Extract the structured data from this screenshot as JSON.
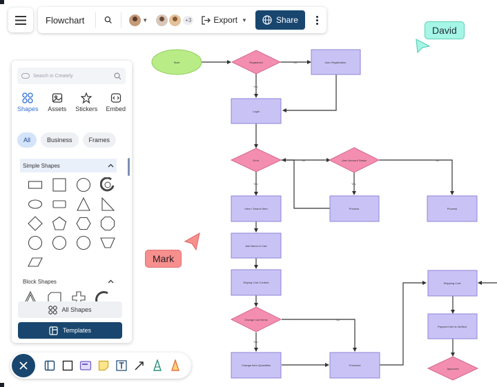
{
  "toolbar": {
    "title": "Flowchart",
    "collaborator_overflow": "+3",
    "export_label": "Export",
    "share_label": "Share"
  },
  "sidebar": {
    "search_placeholder": "Search in Creately",
    "tabs": [
      {
        "label": "Shapes",
        "icon": "shapes-grid-icon",
        "active": true
      },
      {
        "label": "Assets",
        "icon": "image-icon",
        "active": false
      },
      {
        "label": "Stickers",
        "icon": "star-icon",
        "active": false
      },
      {
        "label": "Embed",
        "icon": "embed-code-icon",
        "active": false
      }
    ],
    "filters": [
      {
        "label": "All",
        "active": true
      },
      {
        "label": "Business",
        "active": false
      },
      {
        "label": "Frames",
        "active": false
      }
    ],
    "sections": [
      {
        "title": "Simple Shapes",
        "expanded": true
      },
      {
        "title": "Block Shapes",
        "expanded": true
      }
    ],
    "all_shapes_label": "All Shapes",
    "templates_label": "Templates"
  },
  "cursors": [
    {
      "name": "David",
      "color": "#a5f6e6"
    },
    {
      "name": "Mark",
      "color": "#f78f8f"
    }
  ],
  "flowchart": {
    "nodes": {
      "start": "Start",
      "registered": "Registered",
      "user_registration": "User Registration",
      "login": "Login",
      "error": "Error",
      "user_account_status": "User Account Status",
      "view_search_item": "View / Search Item",
      "process1": "Process",
      "process2": "Process",
      "add_items_to_cart": "Add Items to Cart",
      "display_cart_content": "Display Cart Content",
      "change_cart_items": "Change Cart Items",
      "change_item_quantities": "Change Item Quantities",
      "checkout": "Checkout",
      "shipping_cost": "Shipping Cost",
      "payment_info": "Payment Info is Verified",
      "approved": "Approved"
    },
    "edges": {
      "yes": "Yes",
      "no": "No"
    }
  },
  "colors": {
    "process_fill": "#c9c3f5",
    "process_stroke": "#8d83d8",
    "decision_fill": "#f48eb0",
    "decision_stroke": "#d16890",
    "start_fill": "#b9ec87",
    "brand": "#19466e"
  }
}
